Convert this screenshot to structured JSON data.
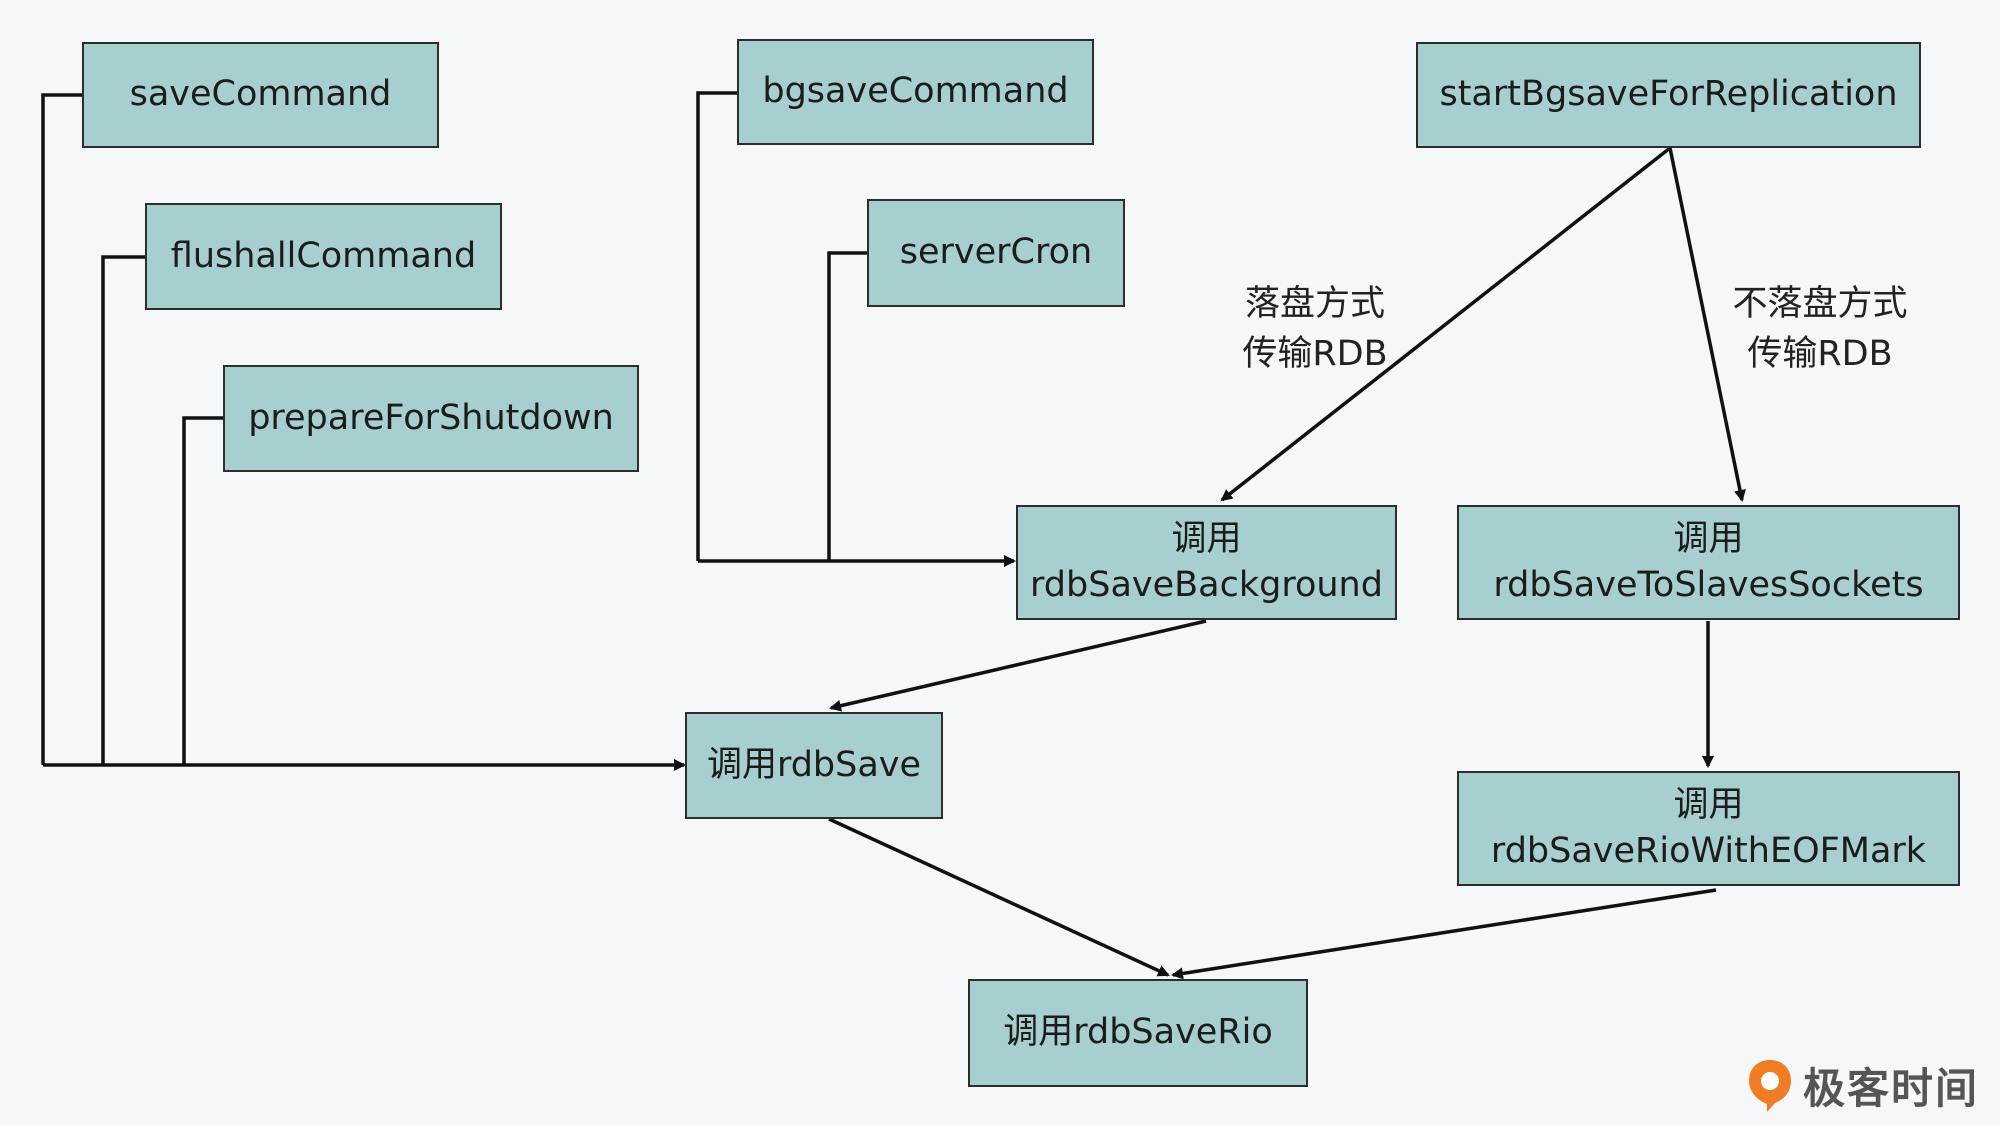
{
  "nodes": {
    "saveCommand": "saveCommand",
    "flushallCommand": "flushallCommand",
    "prepareForShutdown": "prepareForShutdown",
    "bgsaveCommand": "bgsaveCommand",
    "serverCron": "serverCron",
    "startBgsaveForReplication": "startBgsaveForReplication",
    "rdbSaveBackground": {
      "line1": "调用",
      "line2": "rdbSaveBackground"
    },
    "rdbSaveToSlavesSockets": {
      "line1": "调用",
      "line2": "rdbSaveToSlavesSockets"
    },
    "rdbSave": "调用rdbSave",
    "rdbSaveRioWithEOFMark": {
      "line1": "调用",
      "line2": "rdbSaveRioWithEOFMark"
    },
    "rdbSaveRio": "调用rdbSaveRio"
  },
  "edge_labels": {
    "disk": {
      "line1": "落盘方式",
      "line2": "传输RDB"
    },
    "diskless": {
      "line1": "不落盘方式",
      "line2": "传输RDB"
    }
  },
  "watermark": {
    "text": "极客时间",
    "accent": "#f07d26"
  },
  "colors": {
    "node_fill": "#a8cfd0",
    "stroke": "#111111",
    "background": "#f5f7f8"
  }
}
